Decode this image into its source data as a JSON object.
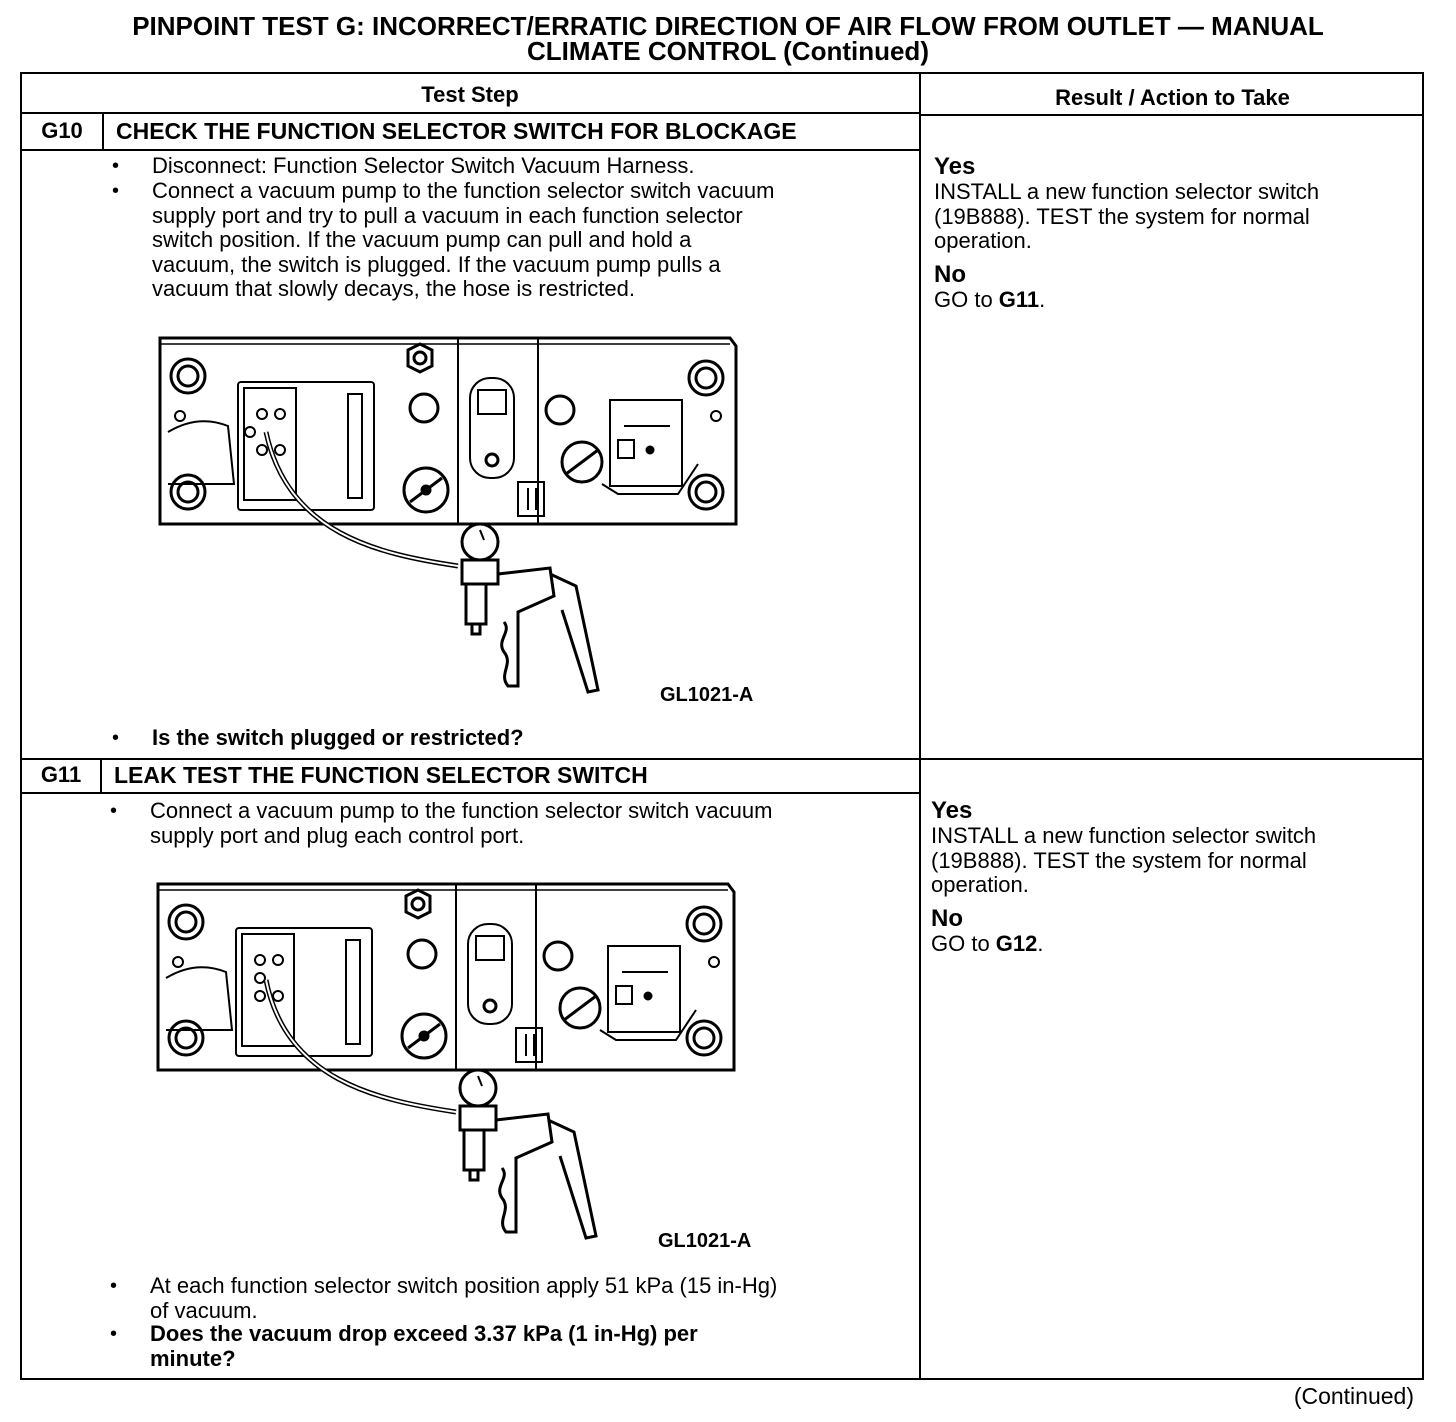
{
  "page_title": {
    "line1": "PINPOINT TEST G: INCORRECT/ERRATIC DIRECTION OF AIR FLOW FROM OUTLET — MANUAL",
    "line2": "CLIMATE CONTROL (Continued)"
  },
  "table": {
    "col_test_step": "Test Step",
    "col_result": "Result / Action to Take"
  },
  "steps": [
    {
      "id": "G10",
      "title": "CHECK THE FUNCTION SELECTOR SWITCH FOR BLOCKAGE",
      "bullets": [
        "Disconnect: Function Selector Switch Vacuum Harness.",
        "Connect a vacuum pump to the function selector switch vacuum\nsupply port and try to pull a vacuum in each function selector\nswitch position. If the vacuum pump can pull and hold a\nvacuum, the switch is plugged. If the vacuum pump pulls a\nvacuum  that slowly decays, the hose is restricted."
      ],
      "figure_label": "GL1021-A",
      "question": "Is the switch plugged or restricted?",
      "yes_label": "Yes",
      "yes_text": "INSTALL a new function selector switch\n(19B888). TEST the system for normal\noperation.",
      "no_label": "No",
      "no_text_prefix": "GO to ",
      "no_text_target": "G11",
      "no_text_suffix": "."
    },
    {
      "id": "G11",
      "title": "LEAK TEST THE FUNCTION SELECTOR SWITCH",
      "bullets": [
        "Connect a vacuum pump to the function selector switch vacuum\nsupply port and plug each control port."
      ],
      "figure_label": "GL1021-A",
      "after_bullets": [
        "At each function selector switch position apply 51 kPa (15 in-Hg)\nof vacuum."
      ],
      "question": "Does the vacuum drop exceed 3.37 kPa (1 in-Hg) per\nminute?",
      "yes_label": "Yes",
      "yes_text": "INSTALL a new function selector switch\n(19B888). TEST the system for normal\noperation.",
      "no_label": "No",
      "no_text_prefix": "GO to ",
      "no_text_target": "G12",
      "no_text_suffix": "."
    }
  ],
  "footer": {
    "continued": "(Continued)"
  }
}
